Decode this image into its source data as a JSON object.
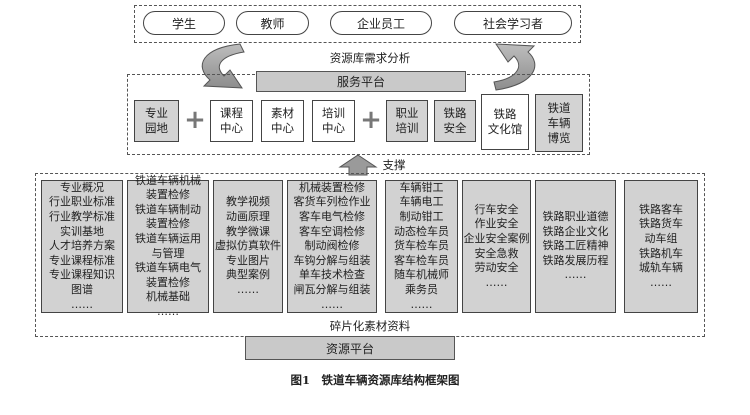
{
  "users": [
    "学生",
    "教师",
    "企业员工",
    "社会学习者"
  ],
  "demand_analysis_label": "资源库需求分析",
  "service_platform_label": "服务平台",
  "service_modules": [
    "专业\n园地",
    "课程\n中心",
    "素材\n中心",
    "培训\n中心",
    "职业\n培训",
    "铁路\n安全",
    "铁路\n文化馆",
    "铁道\n车辆\n博览"
  ],
  "plus_sign": "+",
  "support_label": "支撑",
  "material_columns": [
    "专业概况\n行业职业标准\n行业教学标准\n实训基地\n人才培养方案\n专业课程标准\n专业课程知识\n图谱\n……",
    "铁道车辆机械\n装置检修\n铁道车辆制动\n装置检修\n铁道车辆运用\n与管理\n铁道车辆电气\n装置检修\n机械基础\n……",
    "教学视频\n动画原理\n教学微课\n虚拟仿真软件\n专业图片\n典型案例\n……",
    "机械装置检修\n客货车列检作业\n客车电气检修\n客车空调检修\n制动阀检修\n车钩分解与组装\n单车技术检查\n闸瓦分解与组装\n……",
    "车辆钳工\n车辆电工\n制动钳工\n动态检车员\n货车检车员\n客车检车员\n随车机械师\n乘务员\n……",
    "行车安全\n作业安全\n企业安全案例\n安全急救\n劳动安全\n……",
    "铁路职业道德\n铁路企业文化\n铁路工匠精神\n铁路发展历程\n……",
    "铁路客车\n铁路货车\n动车组\n铁路机车\n城轨车辆\n……"
  ],
  "fragment_label": "碎片化素材资料",
  "resource_platform_label": "资源平台",
  "caption": "图1　铁道车辆资源库结构框架图"
}
